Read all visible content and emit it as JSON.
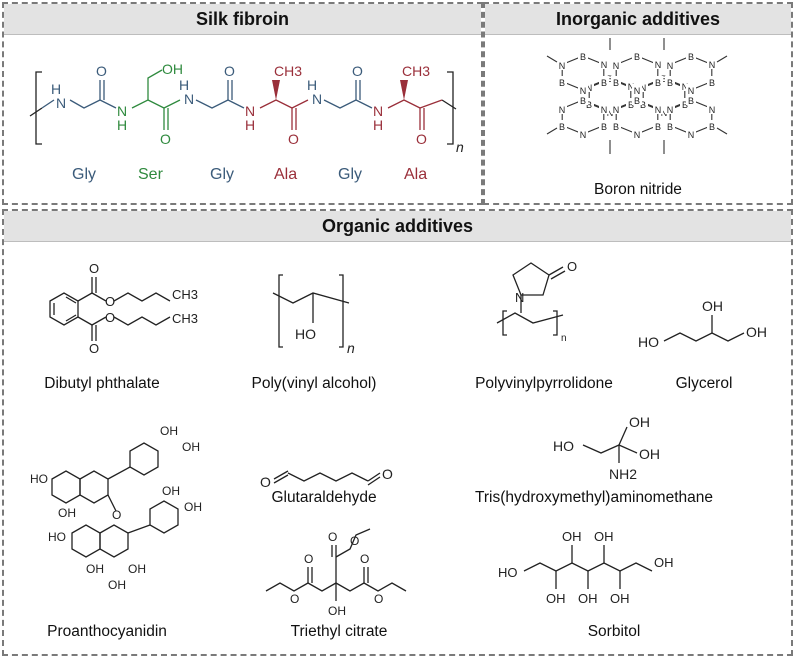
{
  "panels": {
    "silk": {
      "title": "Silk fibroin",
      "residues": [
        "Gly",
        "Ser",
        "Gly",
        "Ala",
        "Gly",
        "Ala"
      ],
      "labels": {
        "oh": "OH",
        "ch3a": "CH3",
        "ch3b": "CH3",
        "nh": "NH",
        "h": "H",
        "n": "N",
        "o": "O",
        "sub_n": "n"
      }
    },
    "inorganic": {
      "title": "Inorganic additives",
      "compound": "Boron nitride",
      "atoms": {
        "b": "B",
        "n": "N"
      }
    },
    "organic": {
      "title": "Organic additives",
      "compounds": [
        "Dibutyl phthalate",
        "Poly(vinyl alcohol)",
        "Polyvinylpyrrolidone",
        "Glycerol",
        "Proanthocyanidin",
        "Glutaraldehyde",
        "Tris(hydroxymethyl)aminomethane",
        "Triethyl citrate",
        "Sorbitol"
      ],
      "labels": {
        "o": "O",
        "oh": "OH",
        "ho": "HO",
        "n": "N",
        "ch3": "CH3",
        "nh2": "NH2",
        "sub_n": "n"
      }
    }
  },
  "colors": {
    "gly": "#3b5b7a",
    "ser": "#2f8a3e",
    "ala": "#9a2f3a",
    "header_bg": "#e3e3e3",
    "border": "#7a7a7a"
  }
}
